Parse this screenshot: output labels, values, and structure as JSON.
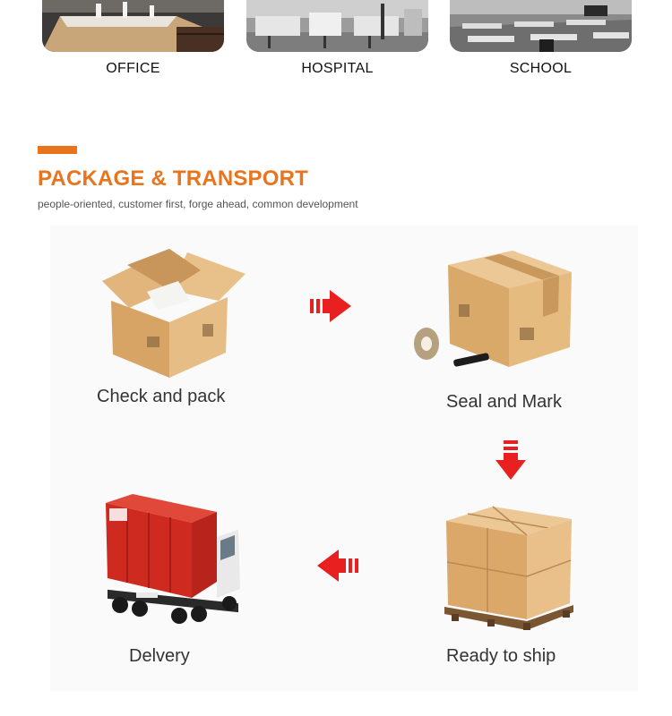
{
  "applications": [
    {
      "label": "OFFICE"
    },
    {
      "label": "HOSPITAL"
    },
    {
      "label": "SCHOOL"
    }
  ],
  "section": {
    "title": "PACKAGE & TRANSPORT",
    "subtitle": "people-oriented, customer first, forge ahead, common development"
  },
  "steps": [
    {
      "label": "Check and pack",
      "icon": "open-box-icon"
    },
    {
      "label": "Seal and Mark",
      "icon": "sealed-box-icon"
    },
    {
      "label": "Ready to ship",
      "icon": "pallet-boxes-icon"
    },
    {
      "label": "Delvery",
      "icon": "container-truck-icon"
    }
  ],
  "colors": {
    "accent": "#e8741e",
    "arrow": "#e8201f",
    "cardboard": "#d9a96a",
    "container": "#cf2a1f"
  }
}
